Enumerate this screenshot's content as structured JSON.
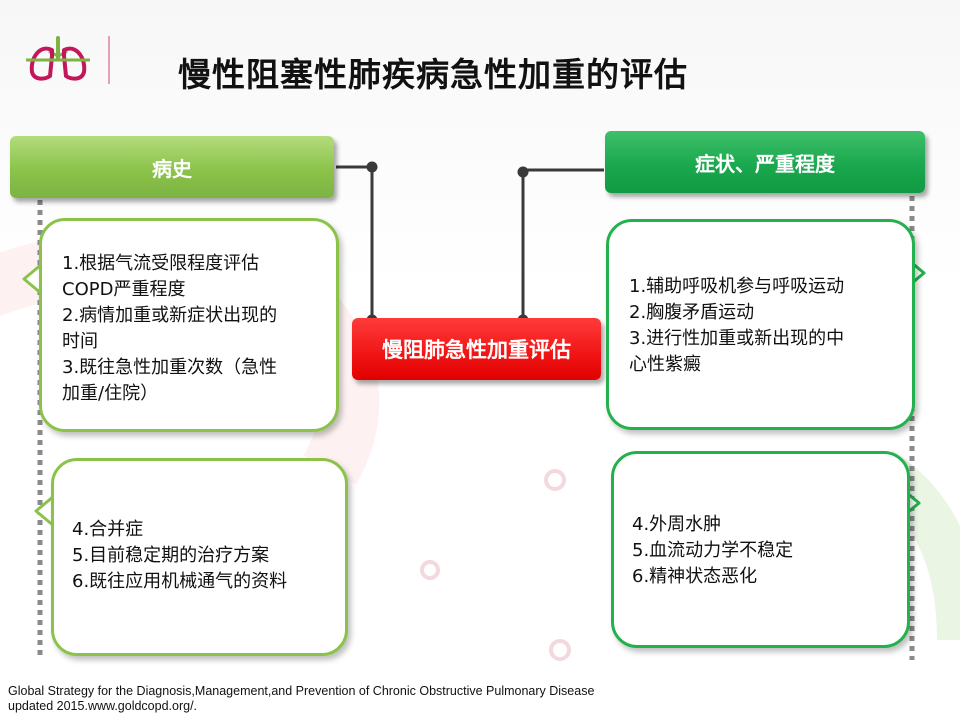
{
  "title": "慢性阻塞性肺疾病急性加重的评估",
  "left_header": "病史",
  "right_header": "症状、严重程度",
  "center_label": "慢阻肺急性加重评估",
  "left_boxes": [
    {
      "lines": [
        "1.根据气流受限程度评估",
        "COPD严重程度",
        "2.病情加重或新症状出现的",
        "时间",
        "3.既往急性加重次数（急性",
        "加重/住院）"
      ]
    },
    {
      "lines": [
        "4.合并症",
        "5.目前稳定期的治疗方案",
        "6.既往应用机械通气的资料"
      ]
    }
  ],
  "right_boxes": [
    {
      "lines": [
        "1.辅助呼吸机参与呼吸运动",
        "2.胸腹矛盾运动",
        "3.进行性加重或新出现的中",
        "心性紫癜"
      ]
    },
    {
      "lines": [
        "4.外周水肿",
        "5.血流动力学不稳定",
        "6.精神状态恶化"
      ]
    }
  ],
  "footer": [
    "Global Strategy for the Diagnosis,Management,and Prevention of Chronic Obstructive Pulmonary Disease",
    "updated 2015.www.goldcopd.org/."
  ],
  "icons": {
    "logo": "lungs-logo-icon"
  },
  "colors": {
    "left_green": "#8bc34a",
    "right_green": "#1aa84e",
    "center_red": "#f01414",
    "logo_magenta": "#c2185b",
    "logo_green": "#7cb342",
    "connector": "#3a3a3a"
  }
}
